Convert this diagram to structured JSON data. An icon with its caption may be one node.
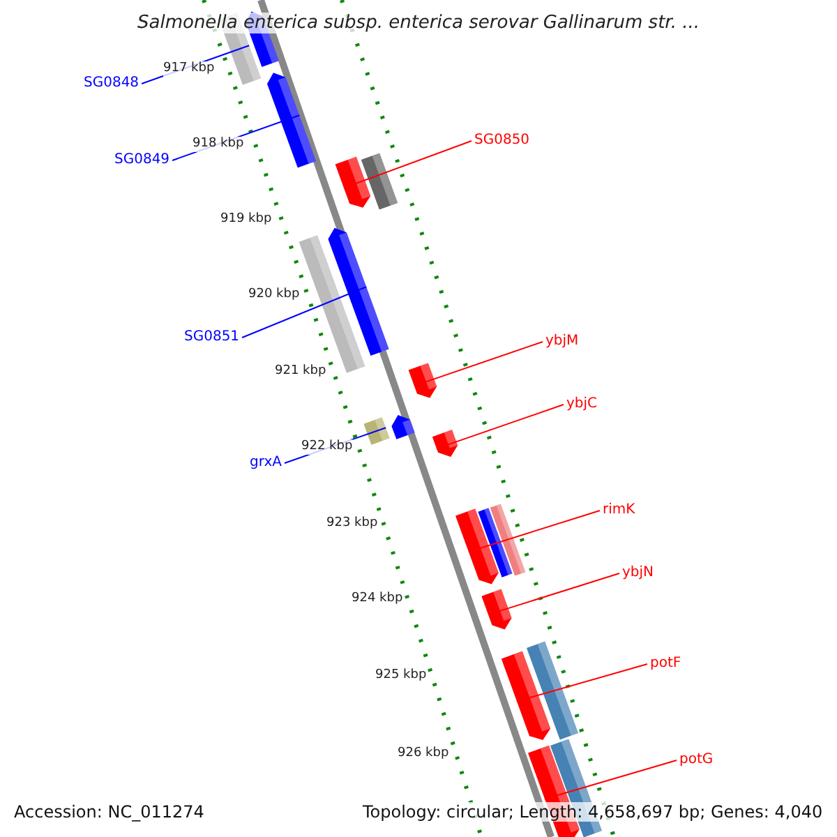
{
  "diagram": {
    "title": "Salmonella enterica subsp. enterica serovar Gallinarum str. ...",
    "nodes": [
      {
        "text": [
          "SG0848"
        ]
      },
      {
        "text": [],
        "shape": "bar"
      },
      {
        "text": [
          "SG0849"
        ]
      },
      {
        "text": [],
        "shape": "bar"
      },
      {
        "text": [
          "SG0850"
        ]
      },
      {
        "text": [],
        "shape": "bar"
      },
      {
        "text": [
          "SG0851"
        ]
      },
      {
        "text": [],
        "shape": "bar"
      },
      {
        "text": [
          "ybjM"
        ]
      },
      {
        "text": [],
        "shape": "bar"
      },
      {
        "text": [
          "ybjC"
        ]
      },
      {
        "text": [],
        "shape": "bar"
      },
      {
        "text": [
          "grxA"
        ]
      },
      {
        "text": [],
        "shape": "box"
      },
      {
        "text": [
          "rimK"
        ]
      },
      {
        "text": [],
        "shape": "bar"
      },
      {
        "text": [
          "ybjN"
        ]
      },
      {
        "text": [],
        "shape": "bar"
      },
      {
        "text": [
          "potF"
        ]
      },
      {
        "text": [],
        "shape": "bar"
      },
      {
        "text": [
          "potG"
        ]
      },
      {
        "text": [],
        "shape": "bar"
      }
    ],
    "edges": [
      {
        "from": 0,
        "to": 1,
        "arrow": "none",
        "color": "#0000ff"
      },
      {
        "from": 2,
        "to": 3,
        "arrow": "none",
        "color": "#0000ff"
      },
      {
        "from": 4,
        "to": 5,
        "arrow": "none"
      },
      {
        "from": 6,
        "to": 7,
        "arrow": "none",
        "color": "#0000ff"
      },
      {
        "from": 8,
        "to": 9,
        "arrow": "none"
      },
      {
        "from": 10,
        "to": 11,
        "arrow": "none"
      },
      {
        "from": 12,
        "to": 13,
        "arrow": "none",
        "color": "#0000ff"
      },
      {
        "from": 14,
        "to": 15,
        "arrow": "none"
      },
      {
        "from": 16,
        "to": 17,
        "arrow": "none"
      },
      {
        "from": 18,
        "to": 19,
        "arrow": "none"
      },
      {
        "from": 20,
        "to": 21,
        "arrow": "none"
      }
    ],
    "labels": [
      "917 kbp",
      "918 kbp",
      "919 kbp",
      "920 kbp",
      "921 kbp",
      "922 kbp",
      "923 kbp",
      "924 kbp",
      "925 kbp",
      "926 kbp",
      "Accession: NC_011274",
      "Topology: circular; Length: 4,658,697 bp; Genes: 4,040"
    ]
  }
}
